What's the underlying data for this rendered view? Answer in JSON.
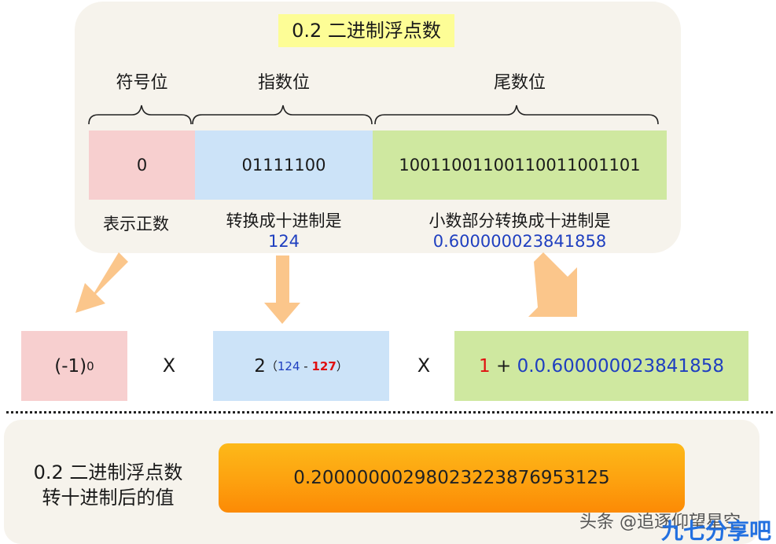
{
  "title": "0.2 二进制浮点数",
  "fields": {
    "sign": {
      "label": "符号位",
      "bits": "0",
      "meaning": "表示正数"
    },
    "exponent": {
      "label": "指数位",
      "bits": "01111100",
      "meaning": "转换成十进制是",
      "value": "124"
    },
    "mantissa": {
      "label": "尾数位",
      "bits": "10011001100110011001101",
      "meaning": "小数部分转换成十进制是",
      "value": "0.600000023841858"
    }
  },
  "formula": {
    "sign_base": "(-1)",
    "sign_power": "0",
    "multiply": "X",
    "exp_base": "2",
    "exp_open": "（",
    "exp_value": "124",
    "exp_minus": " - ",
    "exp_bias": "127",
    "exp_close": "）",
    "man_one": "1",
    "man_plus": " + ",
    "man_value": "0.0.600000023841858"
  },
  "result": {
    "label_line1": "0.2 二进制浮点数",
    "label_line2": "转十进制后的值",
    "value": "0.20000000298023223876953125"
  },
  "watermark": "头条 @追逐仰望星空",
  "brand": "九七分享吧",
  "colors": {
    "sign_fill": "#f7cfcf",
    "exponent_fill": "#cce3f8",
    "mantissa_fill": "#cfe8a0",
    "title_fill": "#fdfd96",
    "arrow": "#fbc68b",
    "value_blue": "#1f3fc0",
    "value_red": "#e01010",
    "result_fill": "#fda10f"
  }
}
